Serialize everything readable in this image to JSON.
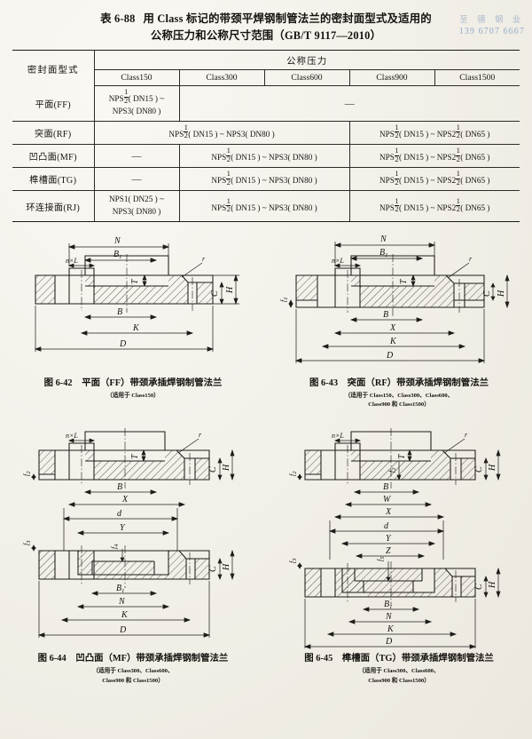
{
  "document": {
    "title_tag": "表 6-88",
    "title_line1": "用 Class 标记的带颈平焊钢制管法兰的密封面型式及适用的",
    "title_line2": "公称压力和公称尺寸范围（GB/T 9117—2010）"
  },
  "watermark": {
    "company": "至 德 钢 业",
    "phone": "139 6707 6667",
    "color": "#8aa3bd"
  },
  "table": {
    "corner_label": "密封面型式",
    "group_header": "公称压力",
    "columns": [
      "Class150",
      "Class300",
      "Class600",
      "Class900",
      "Class1500"
    ],
    "rows": [
      {
        "label": "平面(FF)",
        "cells": [
          {
            "span": 1,
            "lines": [
              "NPS½( DN15 ) ~",
              "NPS3( DN80 )"
            ]
          },
          {
            "span": 4,
            "lines": [
              "—"
            ],
            "dash": true
          }
        ]
      },
      {
        "label": "突面(RF)",
        "cells": [
          {
            "span": 3,
            "lines": [
              "NPS½( DN15 ) ~ NPS3( DN80 )"
            ]
          },
          {
            "span": 2,
            "lines": [
              "NPS½( DN15 ) ~ NPS2½( DN65 )"
            ]
          }
        ]
      },
      {
        "label": "凹凸面(MF)",
        "cells": [
          {
            "span": 1,
            "lines": [
              "—"
            ],
            "dash": true
          },
          {
            "span": 2,
            "lines": [
              "NPS½( DN15 ) ~ NPS3( DN80 )"
            ]
          },
          {
            "span": 2,
            "lines": [
              "NPS½( DN15 ) ~ NPS2½( DN65 )"
            ]
          }
        ]
      },
      {
        "label": "榫槽面(TG)",
        "cells": [
          {
            "span": 1,
            "lines": [
              "—"
            ],
            "dash": true
          },
          {
            "span": 2,
            "lines": [
              "NPS½( DN15 ) ~ NPS3( DN80 )"
            ]
          },
          {
            "span": 2,
            "lines": [
              "NPS½( DN15 ) ~ NPS2½( DN65 )"
            ]
          }
        ]
      },
      {
        "label": "环连接面(RJ)",
        "cells": [
          {
            "span": 1,
            "lines": [
              "NPS1( DN25 ) ~",
              "NPS3( DN80 )"
            ]
          },
          {
            "span": 2,
            "lines": [
              "NPS½( DN15 ) ~ NPS3( DN80 )"
            ]
          },
          {
            "span": 2,
            "lines": [
              "NPS½( DN15 ) ~ NPS2½( DN65 )"
            ]
          }
        ]
      }
    ]
  },
  "figures": [
    {
      "id": "fig-6-42",
      "number": "图 6-42",
      "title": "平面（FF）带颈承插焊钢制管法兰",
      "subtitle_lines": [
        "（适用于 Class150）"
      ],
      "dimension_labels": [
        "N",
        "B1",
        "n×L",
        "r",
        "T",
        "H",
        "C",
        "B",
        "K",
        "D"
      ]
    },
    {
      "id": "fig-6-43",
      "number": "图 6-43",
      "title": "突面（RF）带颈承插焊钢制管法兰",
      "subtitle_lines": [
        "（适用于 Class150、Class300、Class600、",
        "Class900 和 Class1500）"
      ],
      "dimension_labels": [
        "N",
        "B1",
        "n×L",
        "r",
        "T",
        "H",
        "C",
        "f1",
        "B",
        "X",
        "K",
        "D"
      ]
    },
    {
      "id": "fig-6-44",
      "number": "图 6-44",
      "title": "凹凸面（MF）带颈承插焊钢制管法兰",
      "subtitle_lines": [
        "（适用于 Class300、Class600、",
        "Class900 和 Class1500）"
      ],
      "dimension_labels": [
        "n×L",
        "r",
        "T",
        "H",
        "C",
        "f2",
        "B",
        "X",
        "d",
        "Y",
        "f3",
        "f4",
        "B1",
        "N",
        "K",
        "D"
      ]
    },
    {
      "id": "fig-6-45",
      "number": "图 6-45",
      "title": "榫槽面（TG）带颈承插焊钢制管法兰",
      "subtitle_lines": [
        "（适用于 Class300、Class600、",
        "Class900 和 Class1500）"
      ],
      "dimension_labels": [
        "n×L",
        "r",
        "T",
        "f2",
        "H",
        "C",
        "B",
        "W",
        "X",
        "d",
        "Y",
        "Z",
        "f3",
        "f5",
        "B1",
        "N",
        "K",
        "D"
      ]
    }
  ]
}
